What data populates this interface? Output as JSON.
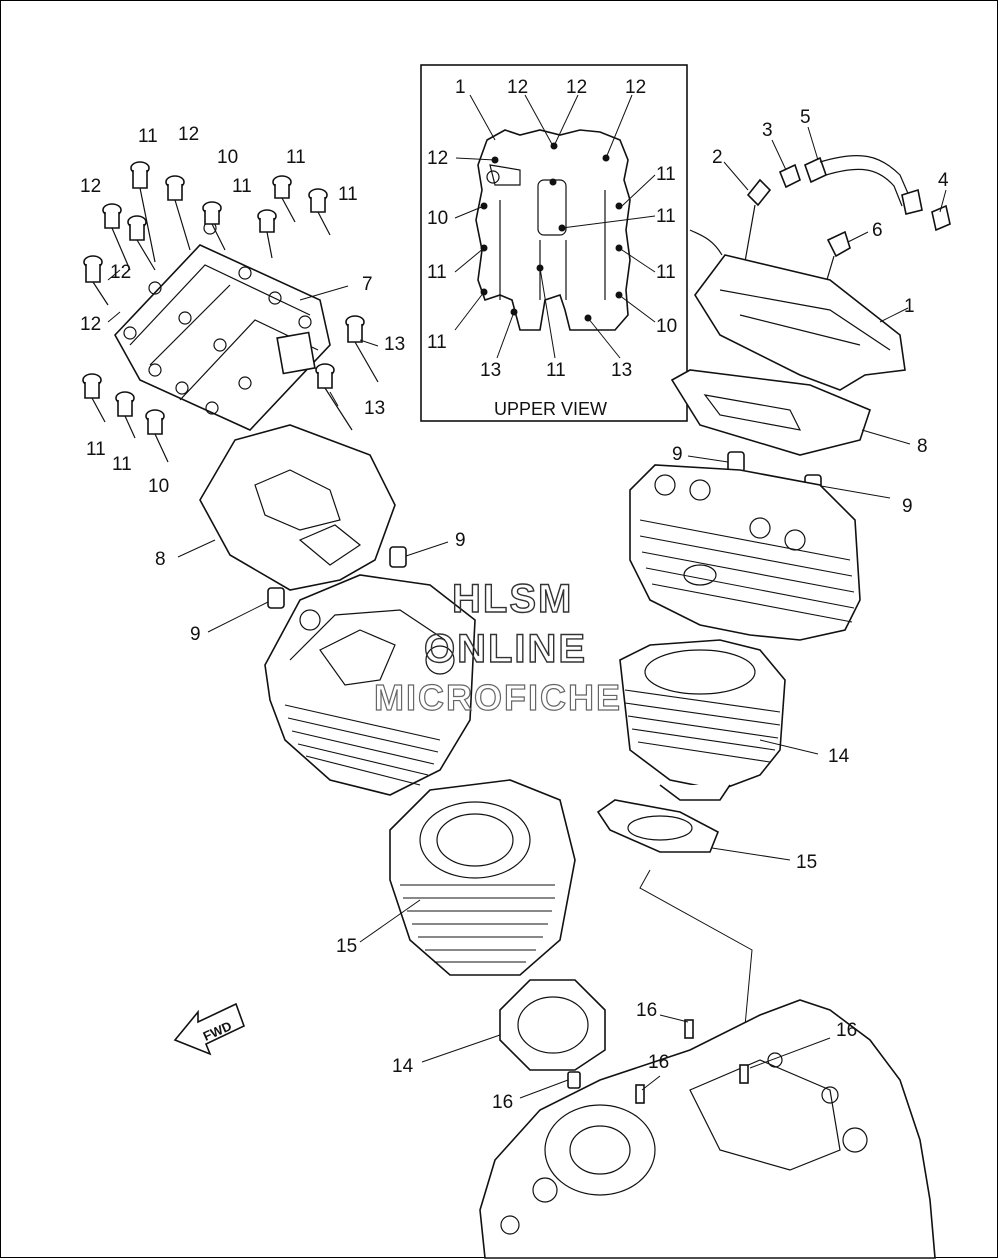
{
  "diagram": {
    "upper_view_caption": "UPPER VIEW",
    "direction_badge": "FWD",
    "watermark": {
      "line1": "HLSM",
      "line2": "ONLINE",
      "line3": "MICROFICHE"
    },
    "main_callouts": [
      {
        "id": "c1",
        "text": "11"
      },
      {
        "id": "c2",
        "text": "12"
      },
      {
        "id": "c3",
        "text": "10"
      },
      {
        "id": "c4",
        "text": "11"
      },
      {
        "id": "c5",
        "text": "11"
      },
      {
        "id": "c6",
        "text": "11"
      },
      {
        "id": "c7",
        "text": "12"
      },
      {
        "id": "c8",
        "text": "12"
      },
      {
        "id": "c9",
        "text": "12"
      },
      {
        "id": "c10",
        "text": "7"
      },
      {
        "id": "c11",
        "text": "13"
      },
      {
        "id": "c12",
        "text": "13"
      },
      {
        "id": "c13",
        "text": "11"
      },
      {
        "id": "c14",
        "text": "11"
      },
      {
        "id": "c15",
        "text": "10"
      },
      {
        "id": "c16",
        "text": "8"
      },
      {
        "id": "c17",
        "text": "9"
      },
      {
        "id": "c18",
        "text": "9"
      },
      {
        "id": "c19",
        "text": "2"
      },
      {
        "id": "c20",
        "text": "3"
      },
      {
        "id": "c21",
        "text": "5"
      },
      {
        "id": "c22",
        "text": "4"
      },
      {
        "id": "c23",
        "text": "6"
      },
      {
        "id": "c24",
        "text": "1"
      },
      {
        "id": "c25",
        "text": "8"
      },
      {
        "id": "c26",
        "text": "9"
      },
      {
        "id": "c27",
        "text": "9"
      },
      {
        "id": "c28",
        "text": "14"
      },
      {
        "id": "c29",
        "text": "15"
      },
      {
        "id": "c30",
        "text": "14"
      },
      {
        "id": "c31",
        "text": "15"
      },
      {
        "id": "c32",
        "text": "16"
      },
      {
        "id": "c33",
        "text": "16"
      },
      {
        "id": "c34",
        "text": "16"
      },
      {
        "id": "c35",
        "text": "16"
      }
    ],
    "upper_view_callouts": [
      {
        "id": "u1",
        "text": "1"
      },
      {
        "id": "u2",
        "text": "12"
      },
      {
        "id": "u3",
        "text": "12"
      },
      {
        "id": "u4",
        "text": "12"
      },
      {
        "id": "u5",
        "text": "12"
      },
      {
        "id": "u6",
        "text": "11"
      },
      {
        "id": "u7",
        "text": "10"
      },
      {
        "id": "u8",
        "text": "11"
      },
      {
        "id": "u9",
        "text": "11"
      },
      {
        "id": "u10",
        "text": "11"
      },
      {
        "id": "u11",
        "text": "11"
      },
      {
        "id": "u12",
        "text": "10"
      },
      {
        "id": "u13",
        "text": "13"
      },
      {
        "id": "u14",
        "text": "11"
      },
      {
        "id": "u15",
        "text": "13"
      }
    ]
  }
}
